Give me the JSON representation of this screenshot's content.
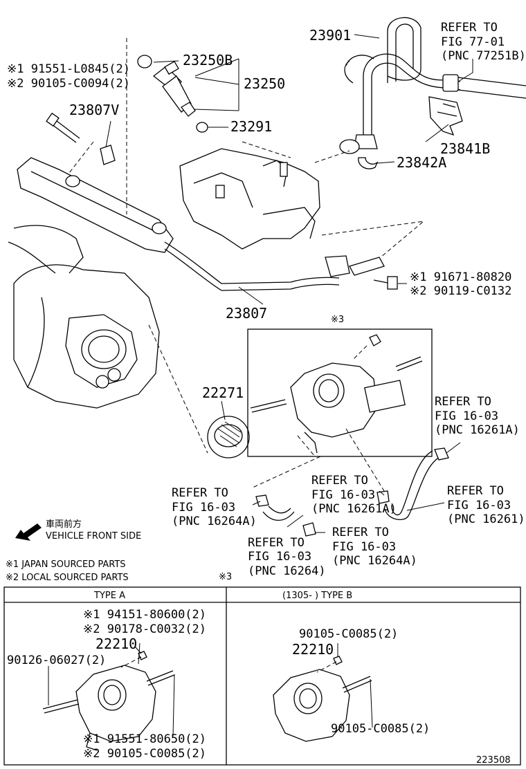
{
  "labels": {
    "p23901": "23901",
    "refer_77_line1": "REFER TO",
    "refer_77_line2": "FIG 77-01",
    "refer_77_line3": "(PNC 77251B)",
    "p23250b": "23250B",
    "p23250": "23250",
    "p23291": "23291",
    "m1_91551": "※1 91551-L0845(2)",
    "m2_90105": "※2 90105-C0094(2)",
    "p23807v": "23807V",
    "p23841b": "23841B",
    "p23842a": "23842A",
    "m1_91671": "※1 91671-80820",
    "m2_90119": "※2 90119-C0132",
    "p23807": "23807",
    "mark3_top": "※3",
    "p22271": "22271",
    "refer_16261a_right_l1": "REFER TO",
    "refer_16261a_right_l2": "FIG 16-03",
    "refer_16261a_right_l3": "(PNC 16261A)",
    "refer_16264a_left_l1": "REFER TO",
    "refer_16264a_left_l2": "FIG 16-03",
    "refer_16264a_left_l3": "(PNC 16264A)",
    "refer_16261a_mid_l1": "REFER TO",
    "refer_16261a_mid_l2": "FIG 16-03",
    "refer_16261a_mid_l3": "(PNC 16261A)",
    "refer_16261_l1": "REFER TO",
    "refer_16261_l2": "FIG 16-03",
    "refer_16261_l3": "(PNC 16261)",
    "refer_16264_l1": "REFER TO",
    "refer_16264_l2": "FIG 16-03",
    "refer_16264_l3": "(PNC 16264)",
    "refer_16264a_mid_l1": "REFER TO",
    "refer_16264a_mid_l2": "FIG 16-03",
    "refer_16264a_mid_l3": "(PNC 16264A)",
    "front_jp": "車両前方",
    "front_en": "VEHICLE FRONT SIDE"
  },
  "legend": {
    "note1": "※1 JAPAN SOURCED PARTS",
    "note2": "※2 LOCAL SOURCED PARTS",
    "mark3": "※3"
  },
  "table": {
    "type_a": "TYPE A",
    "type_b": "(1305-      ) TYPE B",
    "a_m1_94151": "※1 94151-80600(2)",
    "a_m2_90178": "※2 90178-C0032(2)",
    "a_22210": "22210",
    "a_90126": "90126-06027(2)",
    "a_m1_91551": "※1 91551-80650(2)",
    "a_m2_90105": "※2 90105-C0085(2)",
    "b_90105_top": "90105-C0085(2)",
    "b_22210": "22210",
    "b_90105_bottom": "90105-C0085(2)"
  },
  "diagram_id": "223508"
}
